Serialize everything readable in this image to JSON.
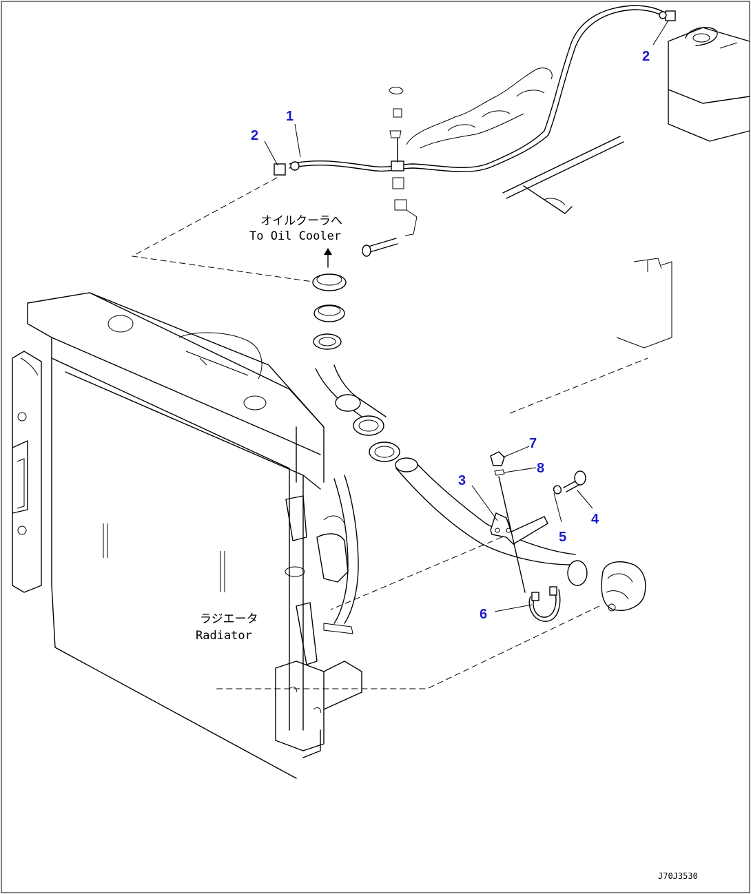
{
  "callouts": {
    "c1": "1",
    "c2a": "2",
    "c2b": "2",
    "c3": "3",
    "c4": "4",
    "c5": "5",
    "c6": "6",
    "c7": "7",
    "c8": "8"
  },
  "labels": {
    "oil_cooler_jp": "オイルクーラへ",
    "oil_cooler_en": "To Oil Cooler",
    "radiator_jp": "ラジエータ",
    "radiator_en": "Radiator"
  },
  "drawing_code": "J70J3530",
  "colors": {
    "callout": "#1a1acc",
    "line": "#000000"
  }
}
